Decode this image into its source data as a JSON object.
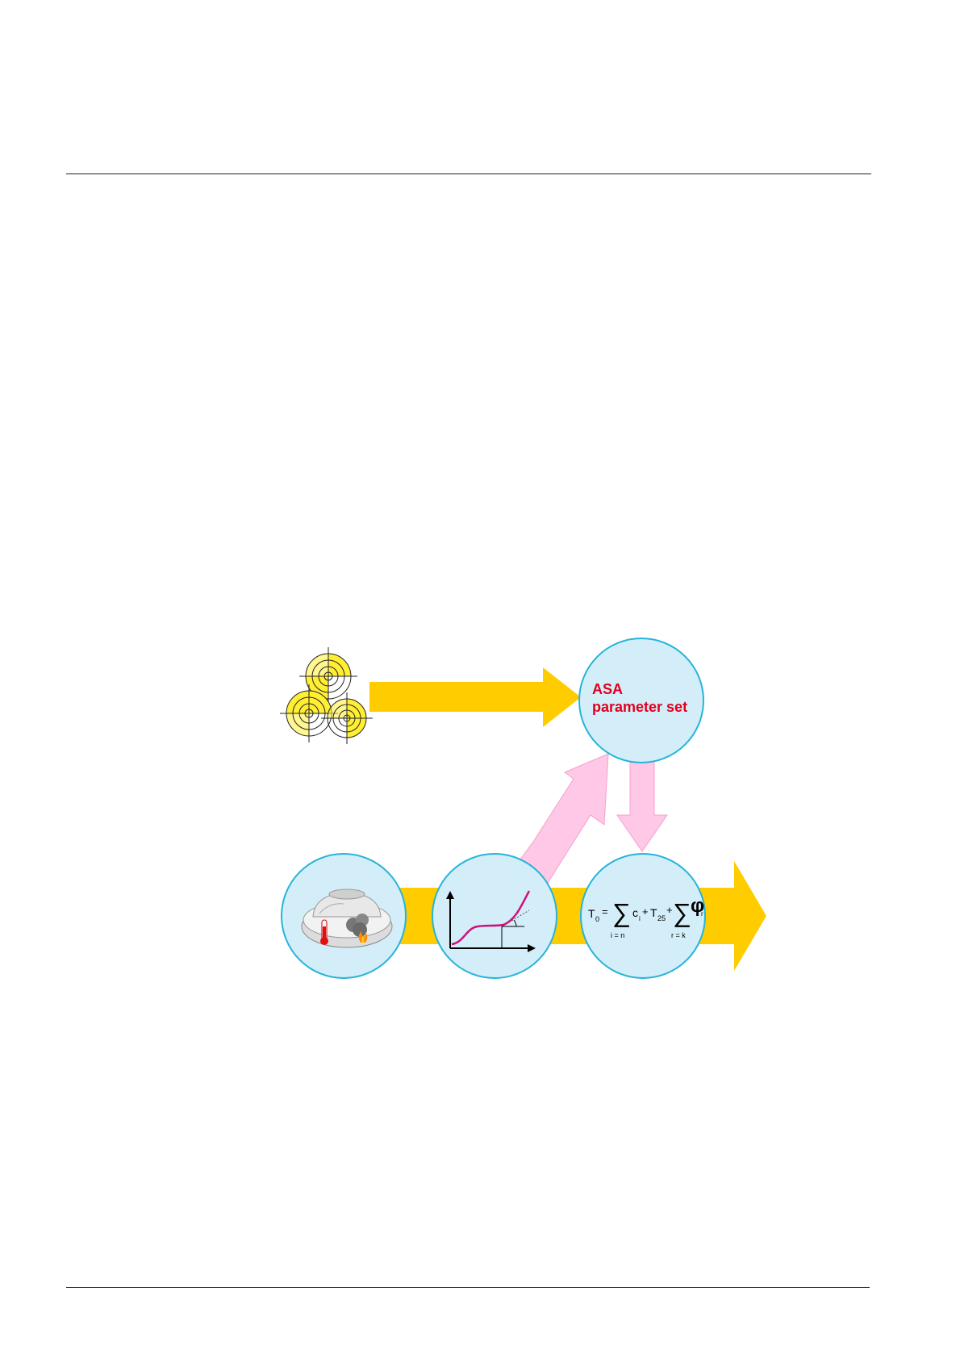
{
  "diagram": {
    "asa_node": {
      "line1": "ASA",
      "line2": "parameter set"
    },
    "formula": {
      "lhs": "T",
      "lhs_sub": "0",
      "eq": "=",
      "sum1_lower": "i = n",
      "term1": "c",
      "term1_sub": "i",
      "plus1": "+",
      "term2": "T",
      "term2_sub": "25",
      "plus2": "+",
      "sum2_lower": "r = k",
      "term3": "φ",
      "term3_sub": "r"
    },
    "icons": {
      "top_left": "radar-target-icon",
      "detector": "smoke-detector-icon",
      "graph": "signal-curve-icon"
    },
    "colors": {
      "main_arrow": "#ffcc00",
      "feedback_arrow": "#ffc8e6",
      "node_fill": "#d3eef8",
      "node_stroke": "#25b4d9",
      "asa_text": "#e00020",
      "curve": "#d0107a"
    }
  }
}
